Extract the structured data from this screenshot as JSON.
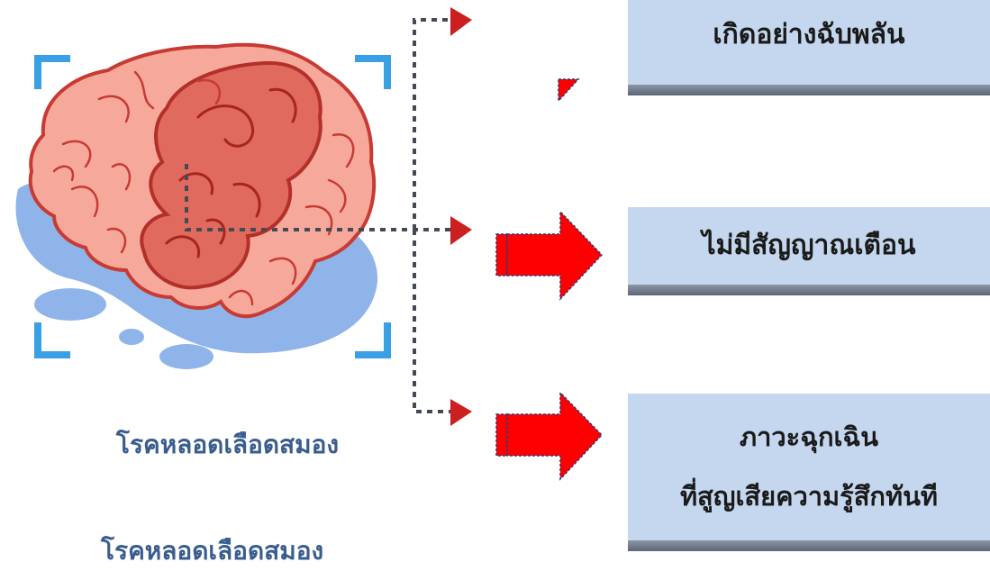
{
  "diagram": {
    "title": "โรคหลอดเลือดสมอง",
    "title_repeat": "โรคหลอดเลือดสมอง",
    "characteristics": [
      {
        "label": "เกิดอย่างฉับพลัน"
      },
      {
        "label": "ไม่มีสัญญาณเตือน"
      },
      {
        "label_line1": "ภาวะฉุกเฉิน",
        "label_line2": "ที่สูญเสียความรู้สึกทันที"
      }
    ]
  },
  "colors": {
    "box_fill": "#c5d7ee",
    "arrow_red": "#ff0000",
    "title_blue": "#3a5d8f",
    "bracket_blue": "#3aa0e6",
    "brain_pink": "#f6a99b",
    "brain_red": "#d8453c"
  },
  "icons": {
    "brain": "brain-illustration",
    "focus_brackets": "focus-bracket-icon",
    "connector": "dotted-connector",
    "pointer_arrow": "red-arrow-icon"
  }
}
